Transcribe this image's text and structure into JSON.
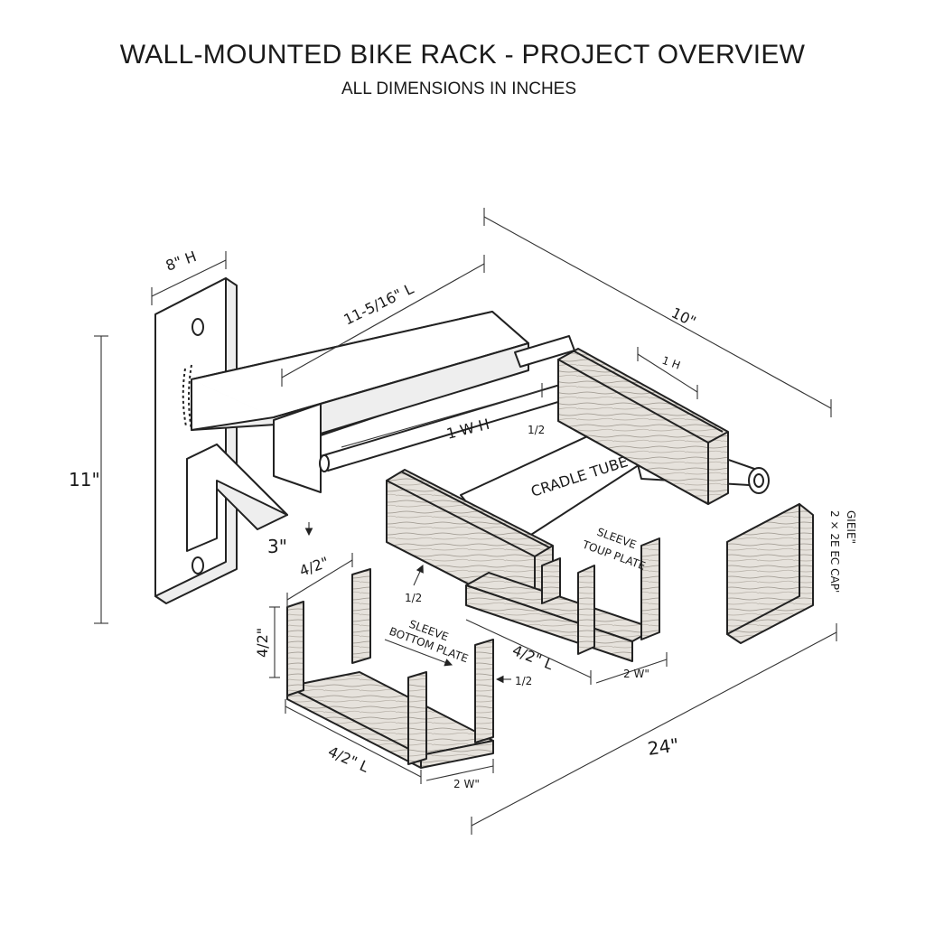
{
  "title": "WALL-MOUNTED BIKE RACK - PROJECT OVERVIEW",
  "subtitle": "ALL DIMENSIONS IN INCHES",
  "dimensions": {
    "bracket_height": "8\" H",
    "arm_length": "11-5/16\" L",
    "overall_depth": "10\"",
    "clamp_height": "1 H",
    "plate_height": "11\"",
    "gusset": "3\"",
    "center_width": "1 W H",
    "center_half": "1/2",
    "sleeve_left_top": "4/2\"",
    "sleeve_left_side": "4/2\"",
    "sleeve_left_length": "4/2\" L",
    "sleeve_left_width": "2 W\"",
    "sleeve_left_half": "1/2",
    "sleeve_center_half": "1/2",
    "sleeve_right_length": "4/2\" L",
    "sleeve_right_width": "2 W\"",
    "overall_width": "24\""
  },
  "labels": {
    "cradle_tube": "CRADLE TUBE",
    "sleeve_top_plate_1": "SLEEVE",
    "sleeve_top_plate_2": "TOUP PLATE",
    "sleeve_bottom_plate_1": "SLEEVE",
    "sleeve_bottom_plate_2": "BOTTOM PLATE",
    "end_cap_1": "2 × 2E EC CAP'",
    "end_cap_2": "GIEIE\""
  },
  "colors": {
    "ink": "#1a1a1a",
    "wood": "#d9d4cc",
    "paper": "#ffffff"
  }
}
